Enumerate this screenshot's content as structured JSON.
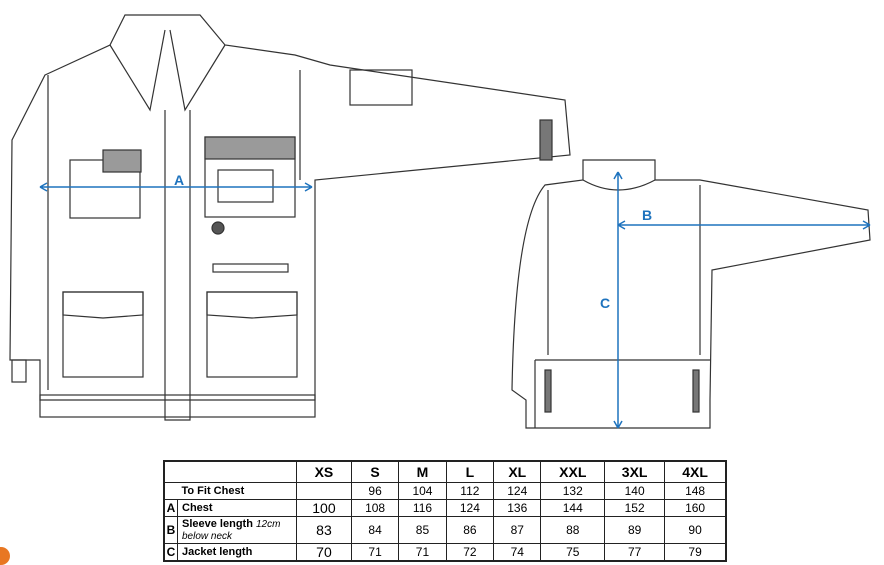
{
  "labels": {
    "a": "A",
    "b": "B",
    "c": "C"
  },
  "colors": {
    "measure": "#1e73be",
    "accent": "#e87722"
  },
  "table": {
    "sizes": [
      "XS",
      "S",
      "M",
      "L",
      "XL",
      "XXL",
      "3XL",
      "4XL"
    ],
    "rows": [
      {
        "letter": "",
        "label": "To Fit Chest",
        "sub": "",
        "values": [
          "",
          "96",
          "104",
          "112",
          "124",
          "132",
          "140",
          "148"
        ]
      },
      {
        "letter": "A",
        "label": "Chest",
        "sub": "",
        "values": [
          "100",
          "108",
          "116",
          "124",
          "136",
          "144",
          "152",
          "160"
        ]
      },
      {
        "letter": "B",
        "label": "Sleeve length",
        "sub": "12cm below neck",
        "values": [
          "83",
          "84",
          "85",
          "86",
          "87",
          "88",
          "89",
          "90"
        ]
      },
      {
        "letter": "C",
        "label": "Jacket length",
        "sub": "",
        "values": [
          "70",
          "71",
          "71",
          "72",
          "74",
          "75",
          "77",
          "79"
        ]
      }
    ]
  }
}
